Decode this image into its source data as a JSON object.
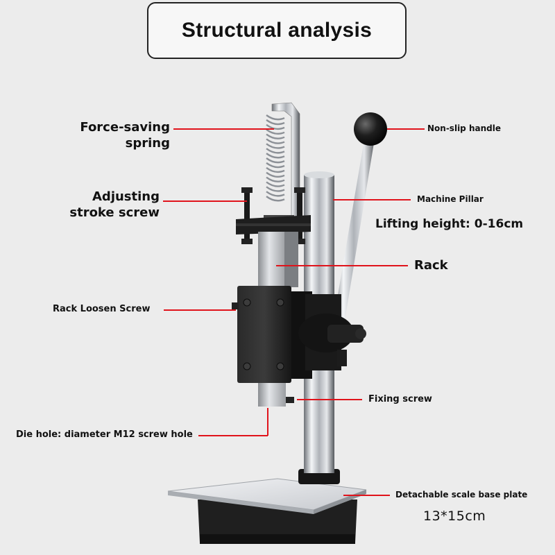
{
  "title": "Structural analysis",
  "labels": {
    "force_saving_spring": [
      "Force-saving",
      "spring"
    ],
    "adjusting_stroke_screw": [
      "Adjusting",
      "stroke screw"
    ],
    "rack_loosen_screw": "Rack Loosen Screw",
    "die_hole": "Die hole: diameter M12 screw hole",
    "non_slip_handle": "Non-slip handle",
    "machine_pillar": "Machine Pillar",
    "lifting_height": "Lifting height: 0-16cm",
    "rack": "Rack",
    "fixing_screw": "Fixing screw",
    "base_plate": "Detachable scale base plate",
    "base_size": "13*15cm"
  },
  "colors": {
    "leader_line": "#e0131b",
    "metal_dark": "#1b1b1b",
    "chrome": "#c9ccd1",
    "background": "#ececec"
  }
}
